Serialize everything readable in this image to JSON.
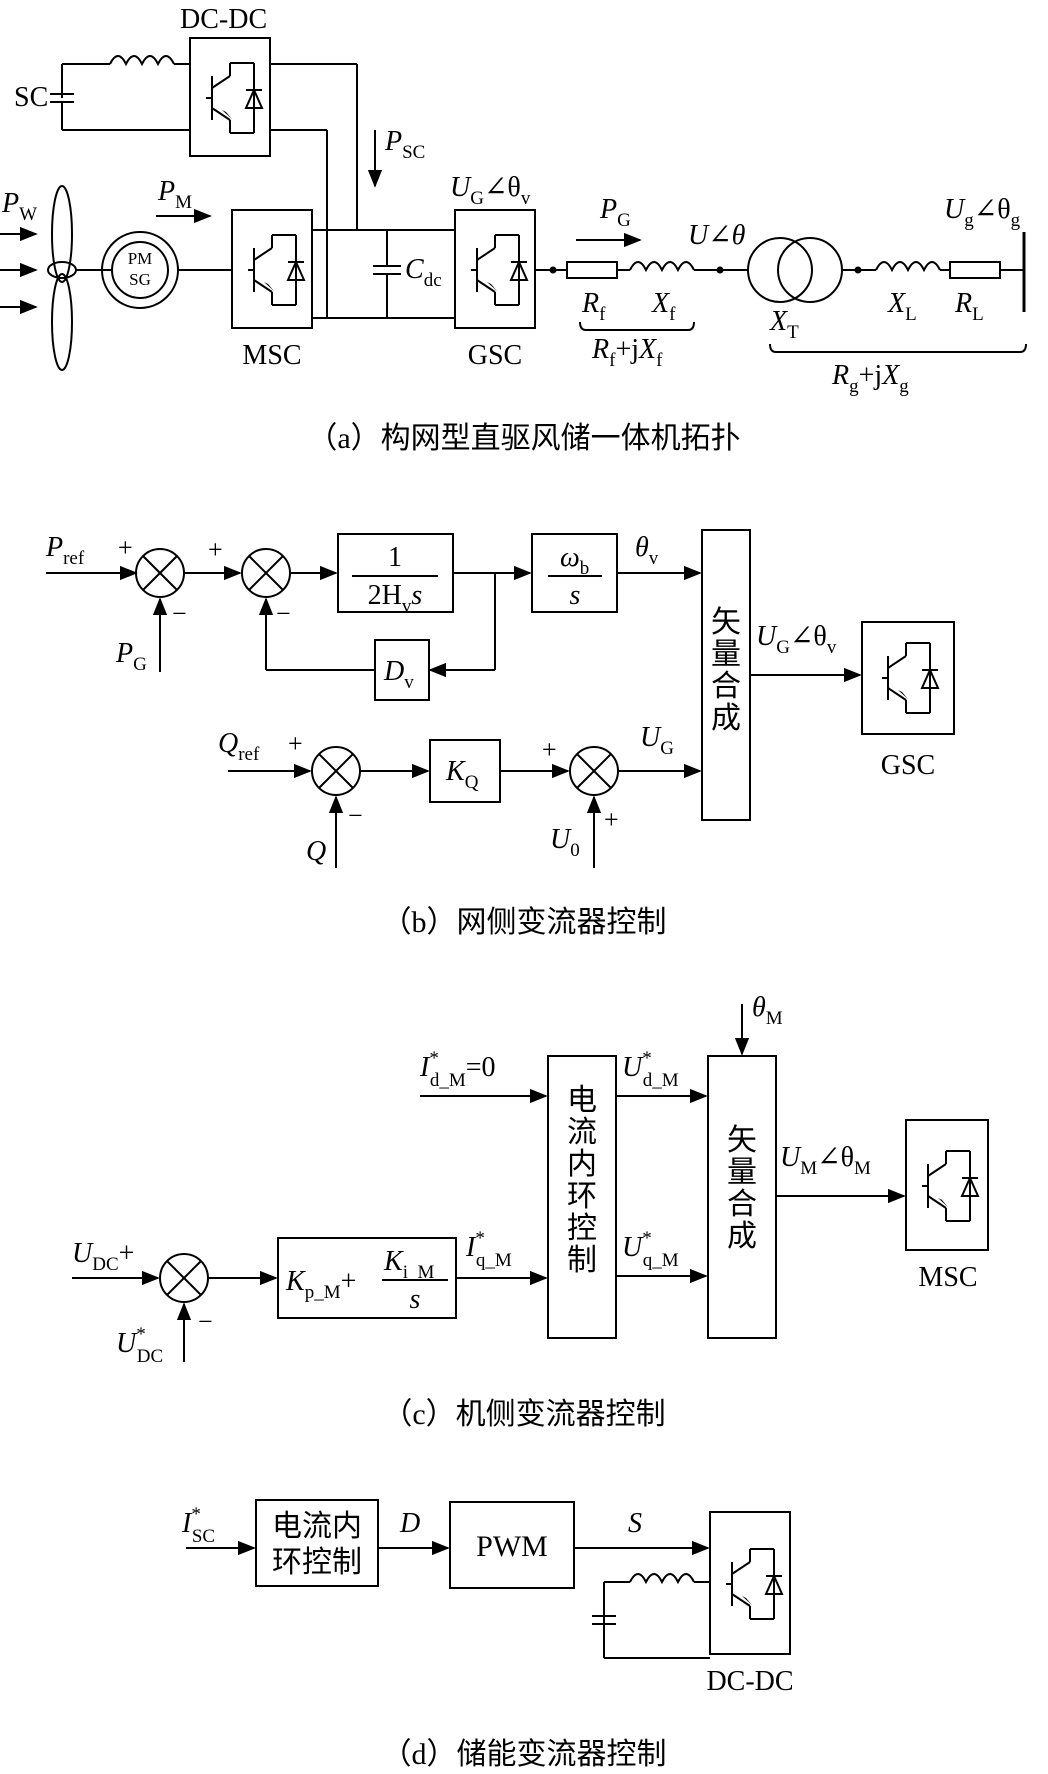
{
  "captions": {
    "a": "（a）构网型直驱风储一体机拓扑",
    "b": "（b）网侧变流器控制",
    "c": "（c）机侧变流器控制",
    "d": "（d）储能变流器控制"
  },
  "fig_a": {
    "dcdc": "DC-DC",
    "sc": "SC",
    "p_sc": "P",
    "p_sc_sub": "SC",
    "p_w": "P",
    "p_w_sub": "W",
    "p_m": "P",
    "p_m_sub": "M",
    "pmsg_1": "PM",
    "pmsg_2": "SG",
    "msc": "MSC",
    "gsc": "GSC",
    "cdc": "C",
    "cdc_sub": "dc",
    "ug_theta": "U",
    "ug_theta_sub": "G",
    "ug_theta_ang": "∠θ",
    "ug_theta_ang_sub": "v",
    "p_g": "P",
    "p_g_sub": "G",
    "u_theta": "U∠θ",
    "ugrid": "U",
    "ugrid_sub": "g",
    "ugrid_ang": "∠θ",
    "ugrid_ang_sub": "g",
    "rf": "R",
    "rf_sub": "f",
    "xf": "X",
    "xf_sub": "f",
    "rfxf": "R",
    "rfxf_sub": "f",
    "rfxf_mid": "+j",
    "rfxf_x": "X",
    "rfxf_x_sub": "f",
    "xt": "X",
    "xt_sub": "T",
    "xl": "X",
    "xl_sub": "L",
    "rl": "R",
    "rl_sub": "L",
    "rgxg": "R",
    "rgxg_sub": "g",
    "rgxg_mid": "+j",
    "rgxg_x": "X",
    "rgxg_x_sub": "g"
  },
  "fig_b": {
    "pref": "P",
    "pref_sub": "ref",
    "pg": "P",
    "pg_sub": "G",
    "plus": "+",
    "minus": "−",
    "tf_num": "1",
    "tf_den": "2H",
    "tf_den_sub": "v",
    "tf_den_s": "s",
    "wb": "ω",
    "wb_sub": "b",
    "wb_den": "s",
    "theta_v": "θ",
    "theta_v_sub": "v",
    "dv": "D",
    "dv_sub": "v",
    "vec1": "矢",
    "vec2": "量",
    "vec3": "合",
    "vec4": "成",
    "out": "U",
    "out_sub": "G",
    "out_ang": "∠θ",
    "out_ang_sub": "v",
    "gsc": "GSC",
    "qref": "Q",
    "qref_sub": "ref",
    "q": "Q",
    "kq": "K",
    "kq_sub": "Q",
    "ug": "U",
    "ug_sub": "G",
    "u0": "U",
    "u0_sub": "0"
  },
  "fig_c": {
    "theta_m": "θ",
    "theta_m_sub": "M",
    "idm": "I",
    "idm_sup": "*",
    "idm_sub": "d_M",
    "idm_val": "=0",
    "udm": "U",
    "udm_sup": "*",
    "udm_sub": "d_M",
    "uqm": "U",
    "uqm_sup": "*",
    "uqm_sub": "q_M",
    "iqm": "I",
    "iqm_sup": "*",
    "iqm_sub": "q_M",
    "cur1": "电",
    "cur2": "流",
    "cur3": "内",
    "cur4": "环",
    "cur5": "控",
    "cur6": "制",
    "vec1": "矢",
    "vec2": "量",
    "vec3": "合",
    "vec4": "成",
    "um": "U",
    "um_sub": "M",
    "um_ang": "∠θ",
    "um_ang_sub": "M",
    "msc": "MSC",
    "udc": "U",
    "udc_sub": "DC",
    "udc_plus": "+",
    "udcs": "U",
    "udcs_sup": "*",
    "udcs_sub": "DC",
    "minus": "−",
    "pi_k": "K",
    "pi_k_sub": "p_M",
    "pi_plus": "+",
    "pi_ki": "K",
    "pi_ki_sub": "i_M",
    "pi_s": "s"
  },
  "fig_d": {
    "isc": "I",
    "isc_sup": "*",
    "isc_sub": "SC",
    "cur_l1": "电流内",
    "cur_l2": "环控制",
    "d": "D",
    "pwm": "PWM",
    "s": "S",
    "dcdc": "DC-DC"
  }
}
